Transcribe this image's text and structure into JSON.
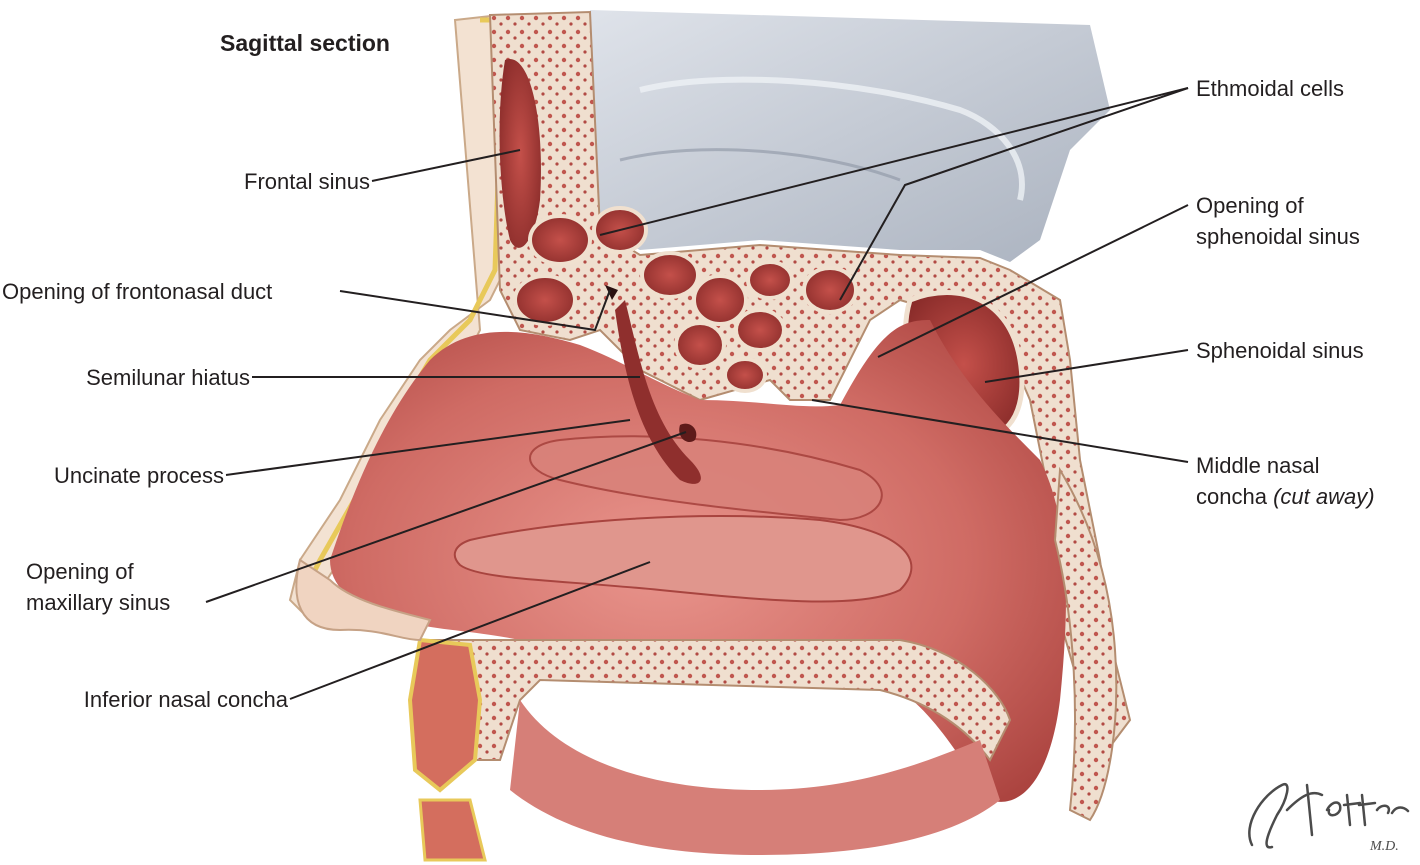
{
  "figure": {
    "title": "Sagittal section",
    "signature": "F. Netter M.D."
  },
  "labels": {
    "frontal_sinus": "Frontal sinus",
    "opening_frontonasal_duct": "Opening of frontonasal duct",
    "semilunar_hiatus": "Semilunar hiatus",
    "uncinate_process": "Uncinate process",
    "opening_maxillary_sinus_1": "Opening of",
    "opening_maxillary_sinus_2": "maxillary sinus",
    "inferior_nasal_concha": "Inferior nasal concha",
    "ethmoidal_cells": "Ethmoidal cells",
    "opening_sphenoidal_sinus_1": "Opening of",
    "opening_sphenoidal_sinus_2": "sphenoidal sinus",
    "sphenoidal_sinus": "Sphenoidal sinus",
    "middle_nasal_concha_1": "Middle nasal",
    "middle_nasal_concha_2": "concha",
    "middle_nasal_concha_note": "(cut away)"
  },
  "colors": {
    "mucosa": "#c9605c",
    "mucosa_dark": "#9e3b38",
    "bone": "#eddccb",
    "bone_spots": "#b8524b",
    "brain": "#c9ced6",
    "fat": "#e8c95a",
    "leader_line": "#231f20"
  }
}
